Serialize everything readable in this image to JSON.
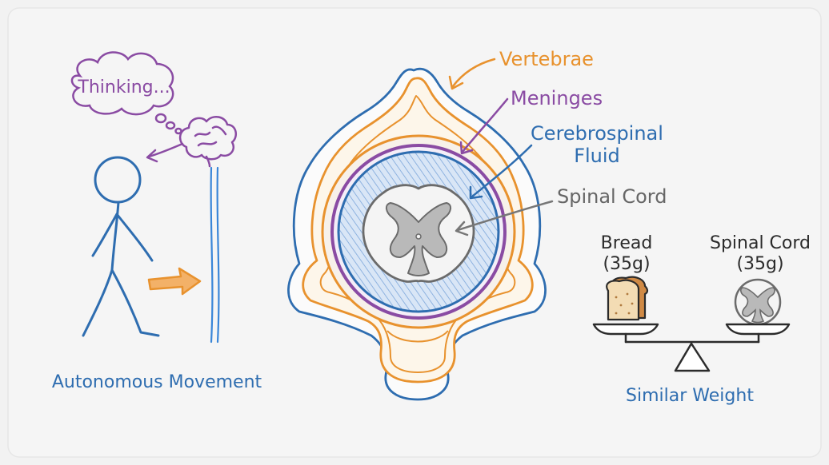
{
  "left_panel": {
    "thought": "Thinking...",
    "caption": "Autonomous Movement"
  },
  "center_panel": {
    "labels": {
      "vertebrae": "Vertebrae",
      "meninges": "Meninges",
      "csf_line1": "Cerebrospinal",
      "csf_line2": "Fluid",
      "spinal_cord": "Spinal Cord"
    }
  },
  "right_panel": {
    "bread_name": "Bread",
    "bread_weight": "(35g)",
    "cord_name": "Spinal Cord",
    "cord_weight": "(35g)",
    "caption": "Similar Weight"
  },
  "colors": {
    "blue": "#2e6db0",
    "orange": "#e8922e",
    "purple": "#8a4ba3",
    "gray": "#666666",
    "dark": "#2b2b2b",
    "background": "#f2f2f2"
  }
}
